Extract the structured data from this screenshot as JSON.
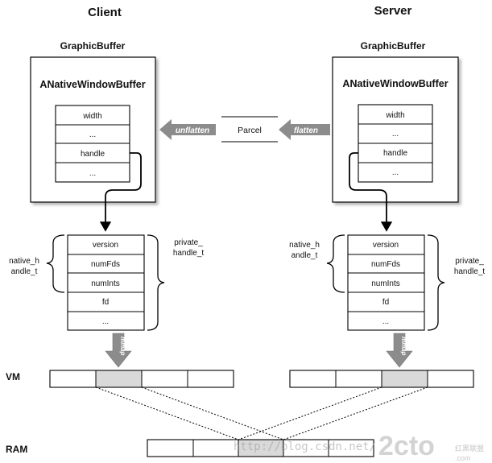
{
  "client": {
    "title": "Client",
    "graphic_buffer": "GraphicBuffer",
    "anwb": "ANativeWindowBuffer",
    "fields": [
      "width",
      "...",
      "handle",
      "..."
    ],
    "native_handle_label": [
      "native_h",
      "andle_t"
    ],
    "private_handle_label": [
      "private_",
      "handle_t"
    ],
    "handle_fields": [
      "version",
      "numFds",
      "numInts",
      "fd",
      "..."
    ],
    "mmap_label": "mmap"
  },
  "server": {
    "title": "Server",
    "graphic_buffer": "GraphicBuffer",
    "anwb": "ANativeWindowBuffer",
    "fields": [
      "width",
      "...",
      "handle",
      "..."
    ],
    "native_handle_label": [
      "native_h",
      "andle_t"
    ],
    "private_handle_label": [
      "private_",
      "handle_t"
    ],
    "handle_fields": [
      "version",
      "numFds",
      "numInts",
      "fd",
      "..."
    ],
    "mmap_label": "mmap"
  },
  "parcel": {
    "label": "Parcel",
    "unflatten": "unflatten",
    "flatten": "flatten"
  },
  "memory": {
    "vm_label": "VM",
    "ram_label": "RAM"
  },
  "watermark": {
    "url": "http://blog.csdn.net/",
    "brand": "2cto",
    "brand_suffix": ".com",
    "brand_cn": "红黑联盟"
  },
  "colors": {
    "arrow_fill": "#8c8c8c",
    "highlight_cell": "#d9d9d9",
    "line": "#000000"
  }
}
